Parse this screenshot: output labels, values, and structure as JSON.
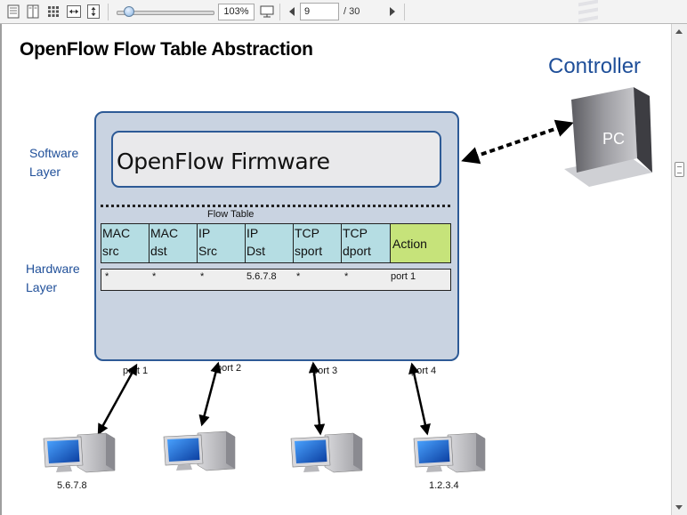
{
  "toolbar": {
    "buttons": [
      "single-page-icon",
      "two-page-icon",
      "thumbnails-icon",
      "fit-width-icon",
      "fit-height-icon"
    ],
    "zoom": "103%",
    "current_page": "9",
    "total_pages": "/ 30"
  },
  "slide": {
    "title": "OpenFlow Flow Table Abstraction",
    "controller_label": "Controller",
    "pc_label": "PC",
    "software_layer": [
      "Software",
      "Layer"
    ],
    "hardware_layer": [
      "Hardware",
      "Layer"
    ],
    "firmware_label": "OpenFlow Firmware",
    "flow_table_label": "Flow Table",
    "flow_table": {
      "headers": [
        [
          "MAC",
          "src"
        ],
        [
          "MAC",
          "dst"
        ],
        [
          "IP",
          "Src"
        ],
        [
          "IP",
          "Dst"
        ],
        [
          "TCP",
          "sport"
        ],
        [
          "TCP",
          "dport"
        ]
      ],
      "action_header": "Action",
      "row": [
        "*",
        "*",
        "*",
        "5.6.7.8",
        "*",
        "*",
        "port 1"
      ]
    },
    "ports": [
      "port 1",
      "port 2",
      "port 3",
      "port 4"
    ],
    "hosts": [
      {
        "label": "5.6.7.8"
      },
      {
        "label": ""
      },
      {
        "label": ""
      },
      {
        "label": "1.2.3.4"
      }
    ]
  }
}
